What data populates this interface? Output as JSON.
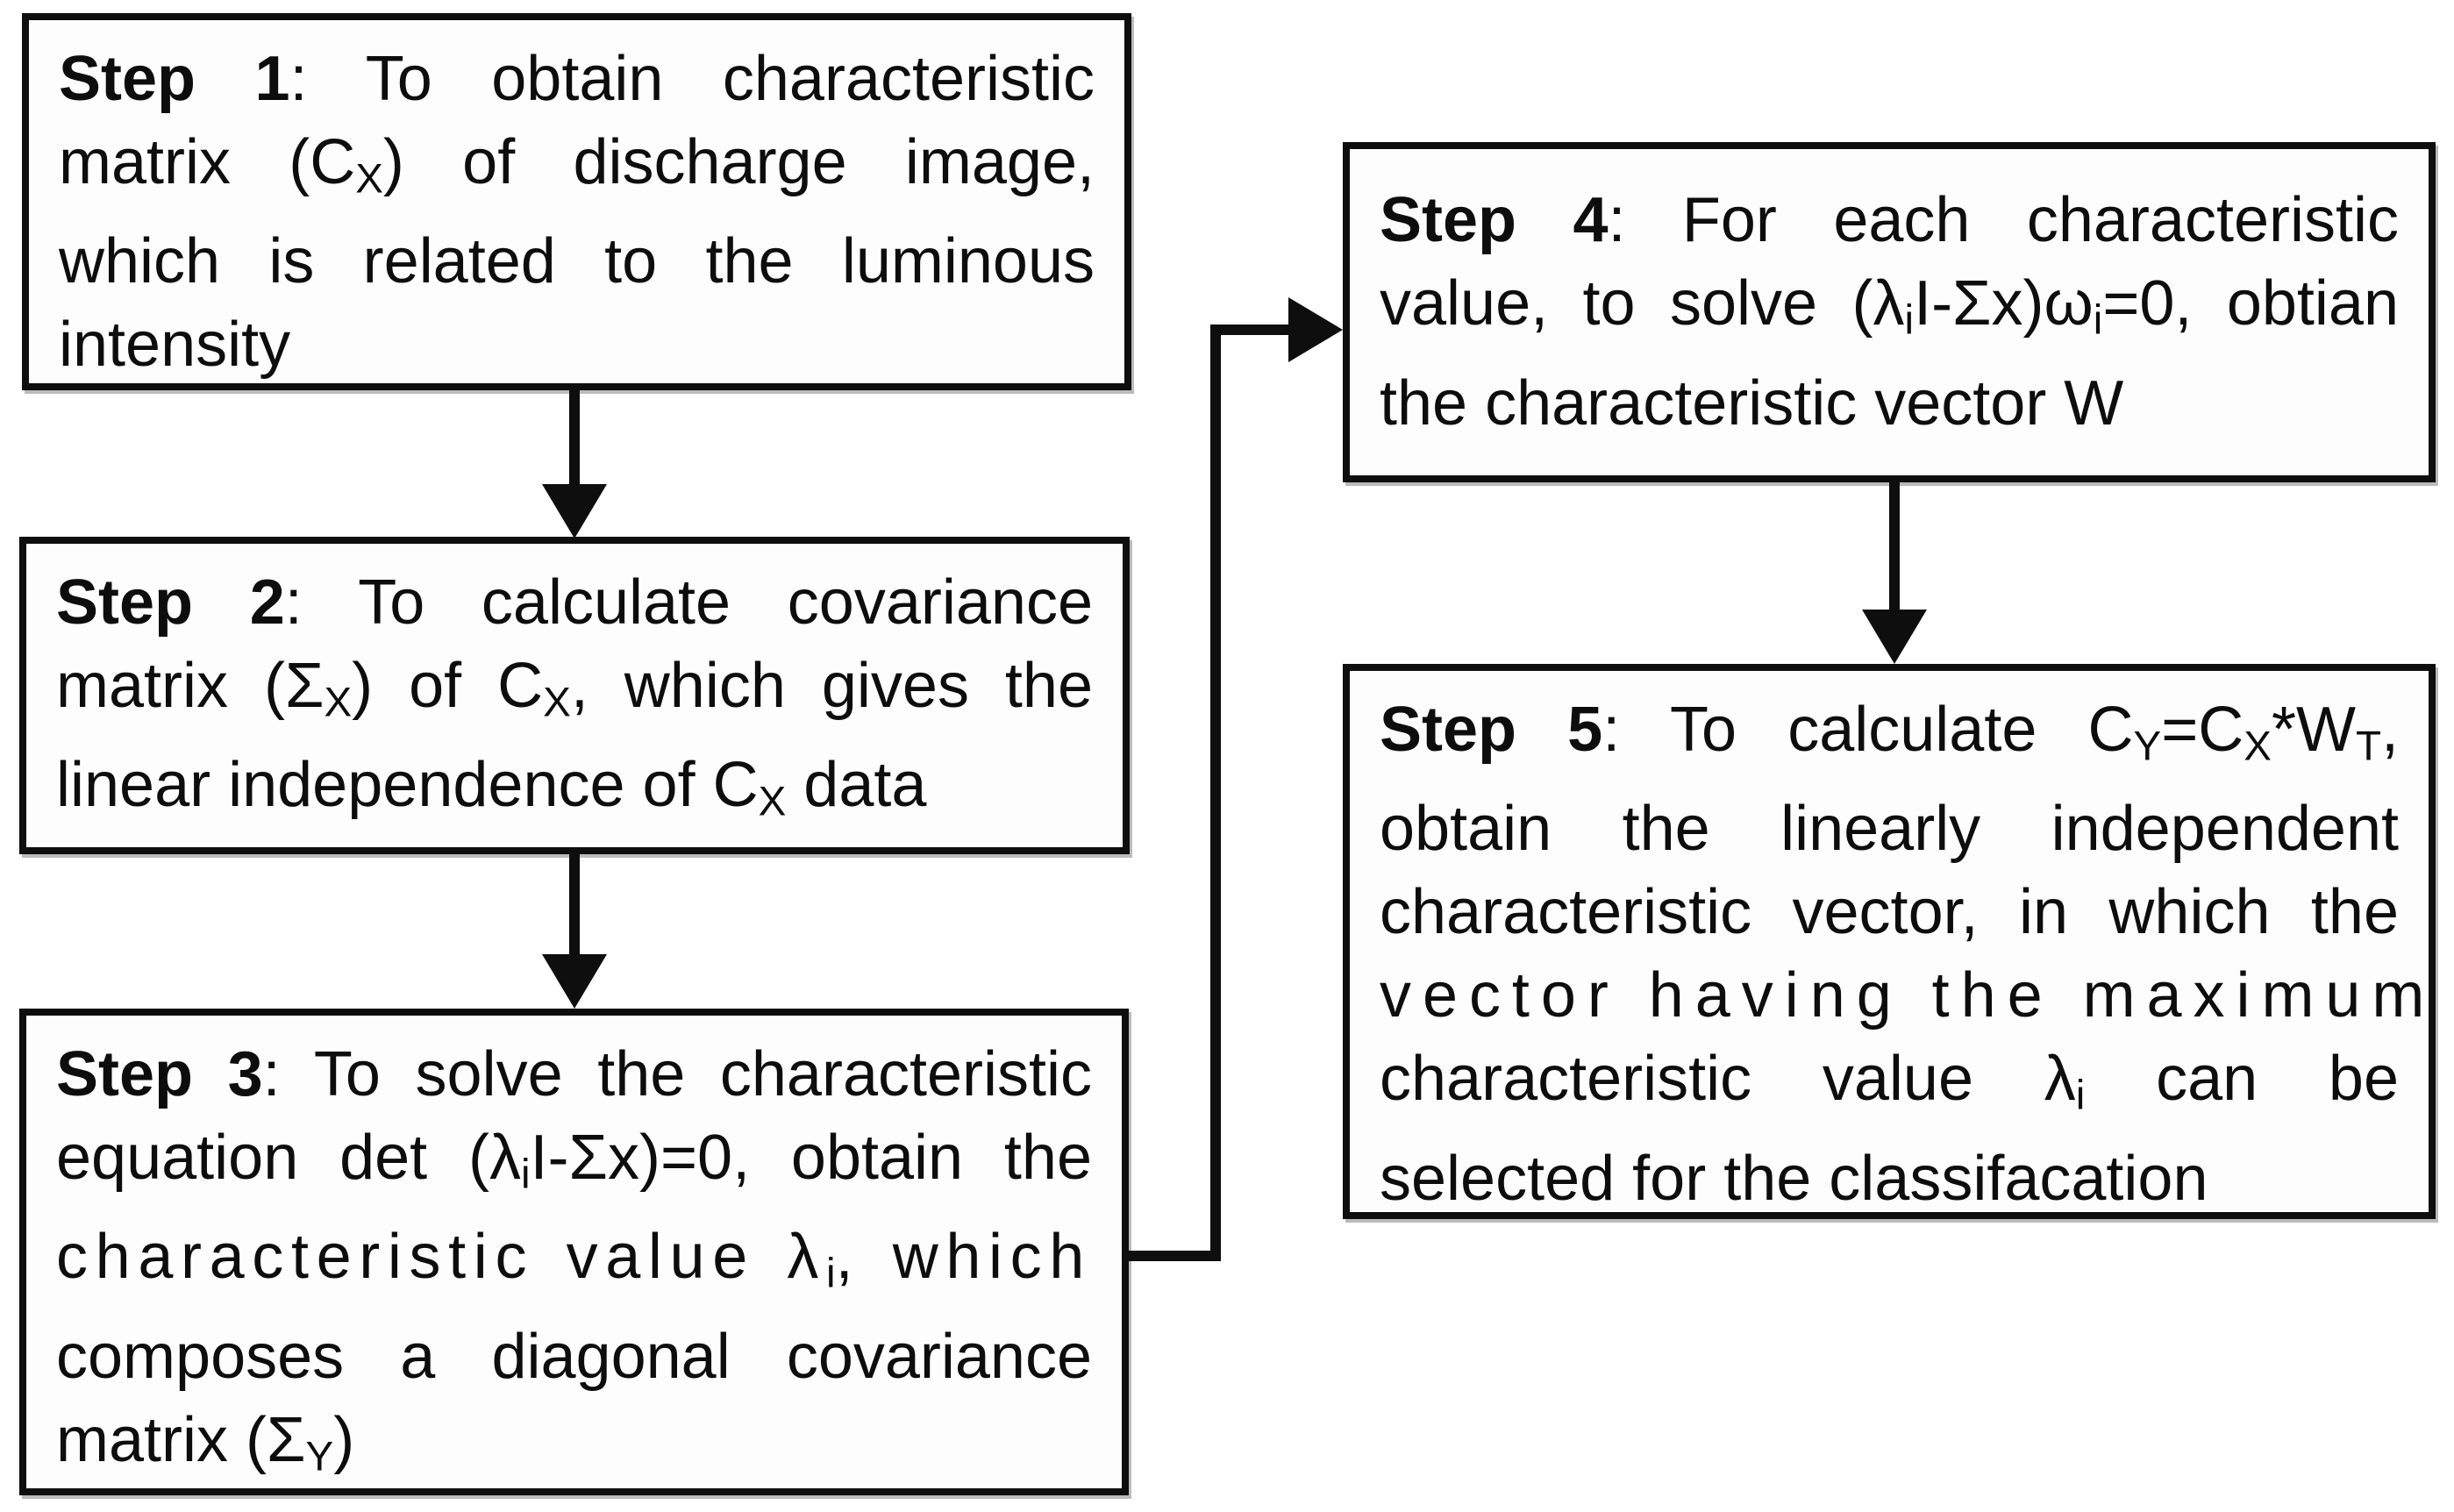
{
  "diagram": {
    "background_color": "#ffffff",
    "line_color": "#0e0e0e",
    "text_color": "#0d0d0d",
    "boxes": [
      {
        "name": "step1",
        "lines": [
          {
            "j": true,
            "segments": [
              {
                "t": "Step 1",
                "b": true
              },
              {
                "t": ": To obtain characteristic"
              }
            ]
          },
          {
            "j": true,
            "segments": [
              {
                "t": "matrix (C"
              },
              {
                "t": "X",
                "sub": true
              },
              {
                "t": ") of discharge image,"
              }
            ]
          },
          {
            "j": true,
            "segments": [
              {
                "t": "which is related to the luminous"
              }
            ]
          },
          {
            "segments": [
              {
                "t": "intensity"
              }
            ]
          }
        ]
      },
      {
        "name": "step2",
        "lines": [
          {
            "j": true,
            "segments": [
              {
                "t": "Step 2",
                "b": true
              },
              {
                "t": ": To calculate covariance"
              }
            ]
          },
          {
            "j": true,
            "segments": [
              {
                "t": "matrix (Σ"
              },
              {
                "t": "X",
                "sub": true
              },
              {
                "t": ") of C"
              },
              {
                "t": "X",
                "sub": true
              },
              {
                "t": ", which gives the"
              }
            ]
          },
          {
            "segments": [
              {
                "t": "linear independence of C"
              },
              {
                "t": "X",
                "sub": true
              },
              {
                "t": " data"
              }
            ]
          }
        ]
      },
      {
        "name": "step3",
        "lines": [
          {
            "j": true,
            "segments": [
              {
                "t": "Step 3",
                "b": true
              },
              {
                "t": ": To solve the characteristic"
              }
            ]
          },
          {
            "j": true,
            "segments": [
              {
                "t": "equation det (λ"
              },
              {
                "t": "i",
                "sub": true
              },
              {
                "t": "I-Σx)=0, obtain the"
              }
            ]
          },
          {
            "j": true,
            "ls": 0.12,
            "segments": [
              {
                "t": "characteristic value λ"
              },
              {
                "t": "i",
                "sub": true
              },
              {
                "t": ", which"
              }
            ]
          },
          {
            "j": true,
            "segments": [
              {
                "t": "composes a diagonal covariance"
              }
            ]
          },
          {
            "segments": [
              {
                "t": "matrix (Σ"
              },
              {
                "t": "Y",
                "sub": true
              },
              {
                "t": ")"
              }
            ]
          }
        ]
      },
      {
        "name": "step4",
        "lines": [
          {
            "j": true,
            "segments": [
              {
                "t": "Step 4",
                "b": true
              },
              {
                "t": ": For each characteristic"
              }
            ]
          },
          {
            "j": true,
            "segments": [
              {
                "t": "value, to solve (λ"
              },
              {
                "t": "i",
                "sub": true
              },
              {
                "t": "I-Σx)ω"
              },
              {
                "t": "i",
                "sub": true
              },
              {
                "t": "=0, obtian"
              }
            ]
          },
          {
            "segments": [
              {
                "t": "the characteristic vector W"
              }
            ]
          }
        ]
      },
      {
        "name": "step5",
        "lines": [
          {
            "j": true,
            "segments": [
              {
                "t": "Step 5",
                "b": true
              },
              {
                "t": ": To calculate C"
              },
              {
                "t": "Y",
                "sub": true
              },
              {
                "t": "=C"
              },
              {
                "t": "X",
                "sub": true
              },
              {
                "t": "*W"
              },
              {
                "t": "T",
                "sub": true
              },
              {
                "t": ","
              }
            ]
          },
          {
            "j": true,
            "segments": [
              {
                "t": "obtain the linearly independent"
              }
            ]
          },
          {
            "j": true,
            "segments": [
              {
                "t": "characteristic vector, in which the"
              }
            ]
          },
          {
            "j": true,
            "ls": 0.18,
            "segments": [
              {
                "t": "vector having the maximum"
              }
            ]
          },
          {
            "j": true,
            "segments": [
              {
                "t": "characteristic value λ"
              },
              {
                "t": "i",
                "sub": true
              },
              {
                "t": " can be"
              }
            ]
          },
          {
            "segments": [
              {
                "t": "selected for the classifacation"
              }
            ]
          }
        ]
      }
    ],
    "arrows": [
      {
        "name": "arrow-step1-to-step2",
        "direction": "down"
      },
      {
        "name": "arrow-step2-to-step3",
        "direction": "down"
      },
      {
        "name": "arrow-step3-to-step4",
        "direction": "elbow-right-up-right"
      },
      {
        "name": "arrow-step4-to-step5",
        "direction": "down"
      }
    ]
  }
}
